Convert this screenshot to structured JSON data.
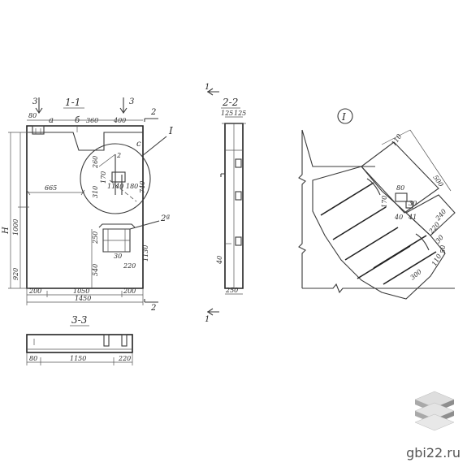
{
  "section_1_1": {
    "title": "1-1",
    "cut_marks": [
      "3",
      "3",
      "2",
      "2"
    ],
    "top_dims": [
      "80",
      "a",
      "б",
      "360",
      "400",
      "c"
    ],
    "left_dims": [
      "H",
      "1000",
      "920"
    ],
    "inner_dims": [
      "665",
      "260",
      "310",
      "170",
      "740",
      "1140",
      "180",
      "250",
      "540",
      "220",
      "30",
      "1130"
    ],
    "bottom_dims": [
      "200",
      "1050",
      "200",
      "1450"
    ],
    "callouts": [
      "I",
      "2",
      "2ª"
    ]
  },
  "section_2_2": {
    "title": "2-2",
    "cut_marks": [
      "1",
      "1"
    ],
    "dims": [
      "125",
      "125",
      "40",
      "250"
    ]
  },
  "section_3_3": {
    "title": "3-3",
    "dims": [
      "80",
      "1150",
      "220"
    ]
  },
  "detail_I": {
    "title": "I",
    "dims": [
      "110",
      "500",
      "80",
      "170",
      "30",
      "40",
      "41",
      "240",
      "220",
      "30",
      "50",
      "110",
      "300"
    ]
  },
  "watermark": {
    "site": "gbi22.ru",
    "logo_icon": "stacked-slabs-icon",
    "colors": {
      "hatch": "#3a3a3a",
      "text": "#555555",
      "logo_top": "#d8d8d8",
      "logo_side": "#9a9a9a"
    }
  }
}
